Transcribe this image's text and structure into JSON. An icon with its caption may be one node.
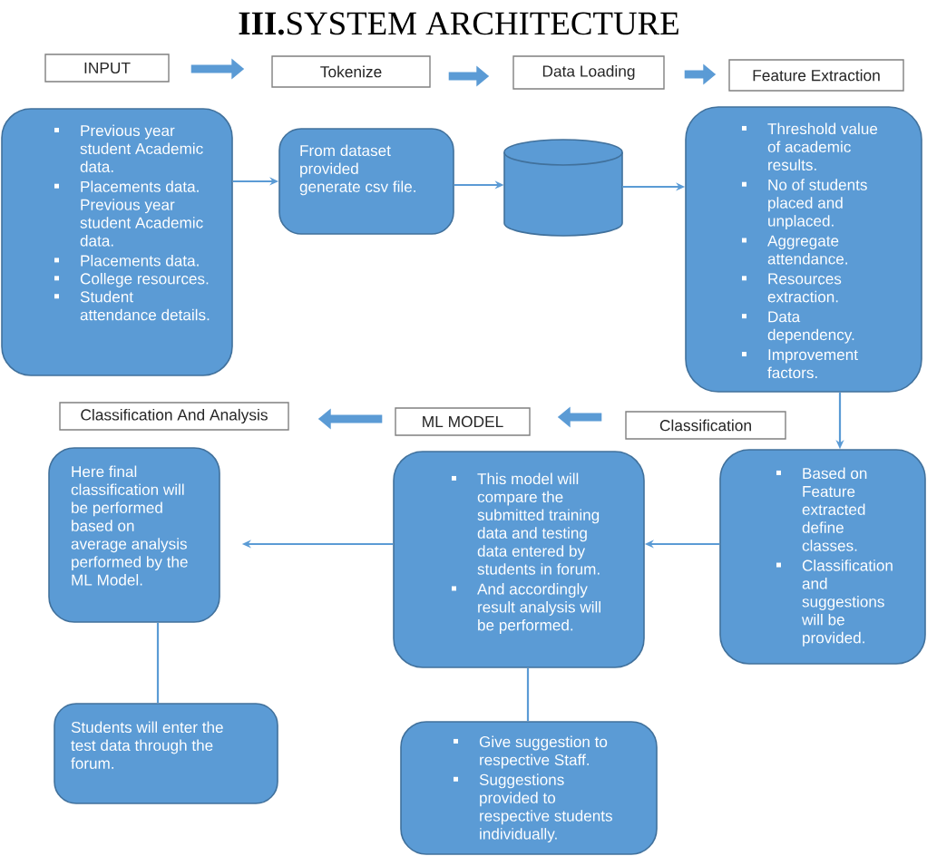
{
  "diagram": {
    "title": "**III.**SYSTEM ARCHITECTURE",
    "nodes": [
      {
        "text": [
          "INPUT"
        ]
      },
      {
        "text": [
          "Tokenize"
        ]
      },
      {
        "text": [
          "Data Loading"
        ]
      },
      {
        "text": [
          "Feature Extraction"
        ]
      },
      {
        "text": [
          "Previous year student Academic data.",
          "Placements data. Previous year student Academic data.",
          "Placements data.",
          "College resources.",
          "Student attendance details."
        ]
      },
      {
        "text": [
          "From dataset provided generate csv file."
        ]
      },
      {
        "text": [],
        "shape": "cylinder"
      },
      {
        "text": [
          "Threshold value of academic results.",
          "No of students placed and unplaced.",
          "Aggregate attendance.",
          "Resources extraction.",
          "Data dependency.",
          "Improvement factors."
        ]
      },
      {
        "text": [
          "Classification And Analysis"
        ]
      },
      {
        "text": [
          "ML MODEL"
        ]
      },
      {
        "text": [
          "Classification"
        ]
      },
      {
        "text": [
          "Here final classification will be performed based on average analysis performed by the ML Model."
        ]
      },
      {
        "text": [
          "This model will compare the submitted training data and testing data entered by students in forum.",
          "And accordingly result analysis will be performed."
        ]
      },
      {
        "text": [
          "Based on Feature extracted define classes.",
          "Classification and suggestions will be provided."
        ]
      },
      {
        "text": [
          "Students will enter the test data through the forum."
        ]
      },
      {
        "text": [
          "Give suggestion to respective Staff.",
          "Suggestions provided to respective students individually."
        ]
      }
    ],
    "edges": [
      {
        "from": 0,
        "to": 1,
        "arrow": "to",
        "style": "thick"
      },
      {
        "from": 1,
        "to": 2,
        "arrow": "to",
        "style": "thick"
      },
      {
        "from": 2,
        "to": 3,
        "arrow": "to",
        "style": "thick"
      },
      {
        "from": 4,
        "to": 5,
        "arrow": "to"
      },
      {
        "from": 5,
        "to": 6,
        "arrow": "to"
      },
      {
        "from": 6,
        "to": 7,
        "arrow": "to"
      },
      {
        "from": 7,
        "to": 13,
        "arrow": "to"
      },
      {
        "from": 10,
        "to": 9,
        "arrow": "to",
        "style": "thick"
      },
      {
        "from": 9,
        "to": 8,
        "arrow": "to",
        "style": "thick"
      },
      {
        "from": 13,
        "to": 12,
        "arrow": "to"
      },
      {
        "from": 12,
        "to": 11,
        "arrow": "to"
      },
      {
        "from": 11,
        "to": 14,
        "arrow": "none"
      },
      {
        "from": 12,
        "to": 15,
        "arrow": "none"
      }
    ]
  }
}
